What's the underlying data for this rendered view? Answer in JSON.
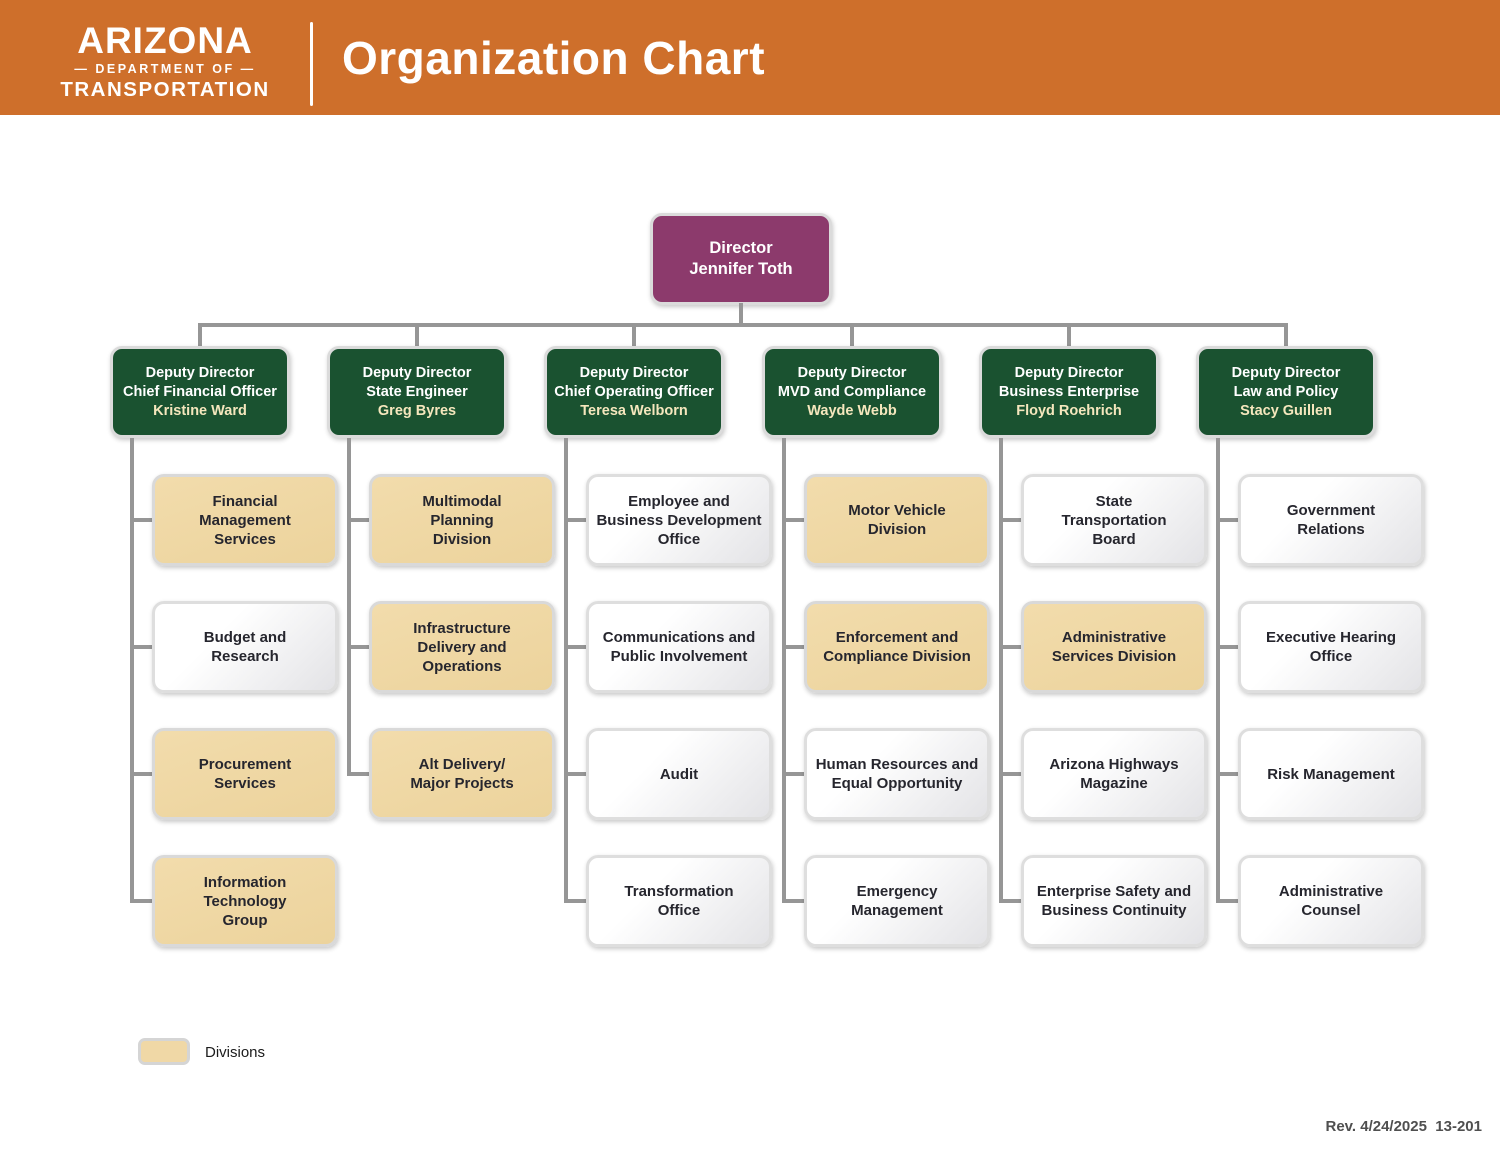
{
  "header": {
    "logo_line1": "ARIZONA",
    "logo_line2": "— DEPARTMENT OF —",
    "logo_line3": "TRANSPORTATION",
    "title": "Organization Chart"
  },
  "director": {
    "role": "Director",
    "name": "Jennifer Toth"
  },
  "columns": [
    {
      "deputy": {
        "line1": "Deputy Director",
        "line2": "Chief Financial Officer",
        "line3": "Kristine Ward"
      },
      "children": [
        {
          "label": "Financial\nManagement\nServices",
          "type": "division"
        },
        {
          "label": "Budget and\nResearch",
          "type": "office"
        },
        {
          "label": "Procurement\nServices",
          "type": "division"
        },
        {
          "label": "Information\nTechnology\nGroup",
          "type": "division"
        }
      ]
    },
    {
      "deputy": {
        "line1": "Deputy Director",
        "line2": "State Engineer",
        "line3": "Greg Byres"
      },
      "children": [
        {
          "label": "Multimodal\nPlanning\nDivision",
          "type": "division"
        },
        {
          "label": "Infrastructure\nDelivery and\nOperations",
          "type": "division"
        },
        {
          "label": "Alt Delivery/\nMajor Projects",
          "type": "division"
        }
      ]
    },
    {
      "deputy": {
        "line1": "Deputy Director",
        "line2": "Chief Operating Officer",
        "line3": "Teresa Welborn"
      },
      "children": [
        {
          "label": "Employee and\nBusiness Development\nOffice",
          "type": "office"
        },
        {
          "label": "Communications and\nPublic Involvement",
          "type": "office"
        },
        {
          "label": "Audit",
          "type": "office"
        },
        {
          "label": "Transformation\nOffice",
          "type": "office"
        }
      ]
    },
    {
      "deputy": {
        "line1": "Deputy Director",
        "line2": "MVD and Compliance",
        "line3": "Wayde Webb"
      },
      "children": [
        {
          "label": "Motor Vehicle\nDivision",
          "type": "division"
        },
        {
          "label": "Enforcement and\nCompliance Division",
          "type": "division"
        },
        {
          "label": "Human Resources and\nEqual Opportunity",
          "type": "office"
        },
        {
          "label": "Emergency\nManagement",
          "type": "office"
        }
      ]
    },
    {
      "deputy": {
        "line1": "Deputy Director",
        "line2": "Business Enterprise",
        "line3": "Floyd Roehrich"
      },
      "children": [
        {
          "label": "State\nTransportation\nBoard",
          "type": "office"
        },
        {
          "label": "Administrative\nServices Division",
          "type": "division"
        },
        {
          "label": "Arizona Highways\nMagazine",
          "type": "office"
        },
        {
          "label": "Enterprise Safety and\nBusiness Continuity",
          "type": "office"
        }
      ]
    },
    {
      "deputy": {
        "line1": "Deputy Director",
        "line2": "Law and Policy",
        "line3": "Stacy Guillen"
      },
      "children": [
        {
          "label": "Government\nRelations",
          "type": "office"
        },
        {
          "label": "Executive Hearing\nOffice",
          "type": "office"
        },
        {
          "label": "Risk Management",
          "type": "office"
        },
        {
          "label": "Administrative\nCounsel",
          "type": "office"
        }
      ]
    }
  ],
  "legend": {
    "label": "Divisions"
  },
  "footer": {
    "revision": "Rev. 4/24/2025  13-201"
  },
  "colors": {
    "header_orange": "#CE6F2B",
    "director_purple": "#8C3A6C",
    "deputy_green": "#1A5230",
    "division_tan": "#F0D8A6",
    "office_white": "#F4F4F6",
    "connector_gray": "#969696",
    "name_cream": "#F5E7BD"
  }
}
